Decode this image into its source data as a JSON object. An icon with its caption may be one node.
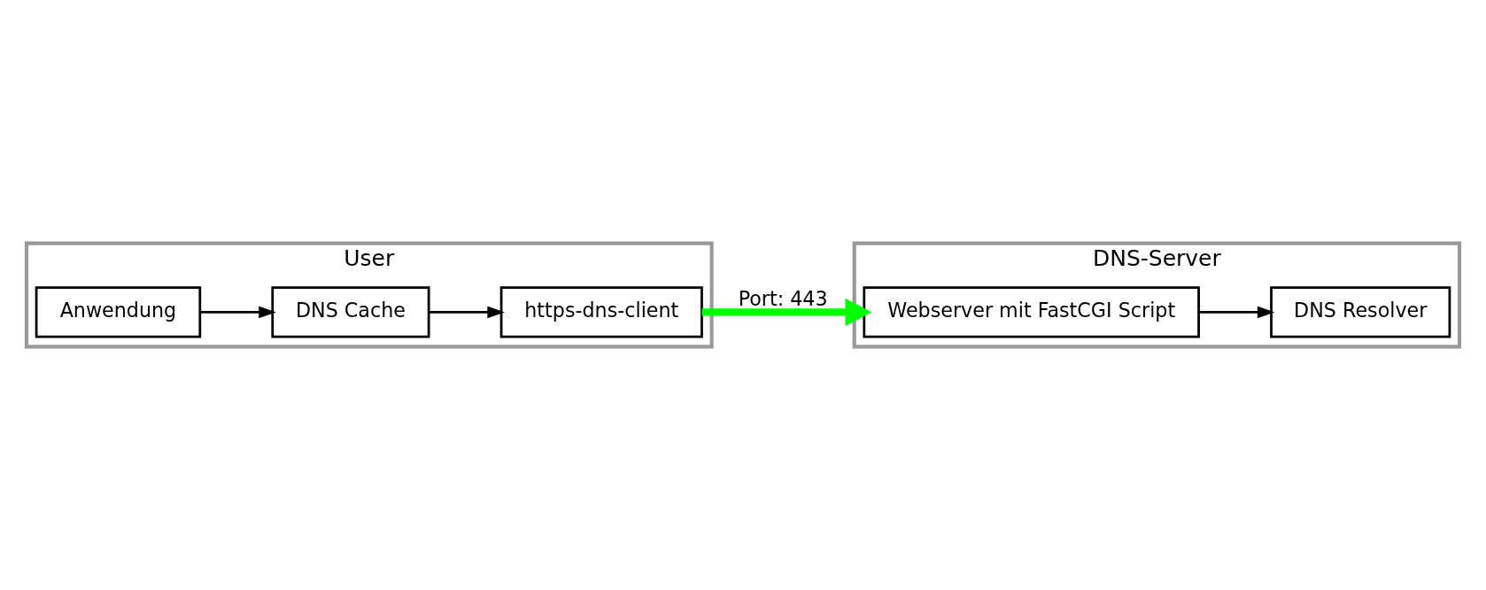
{
  "diagram": {
    "nodes": [
      {
        "text": [
          "User"
        ]
      },
      {
        "text": [
          "https-dns-client"
        ],
        "in": 0
      },
      {
        "text": [
          "Anwendung"
        ],
        "in": 0
      },
      {
        "text": [
          "DNS Cache"
        ],
        "in": 0
      },
      {
        "text": [
          "DNS-Server"
        ]
      },
      {
        "text": [
          "Webserver mit FastCGI Script"
        ],
        "in": 4
      },
      {
        "text": [
          "DNS Resolver"
        ],
        "in": 4
      }
    ],
    "edges": [
      {
        "from": 2,
        "to": 3,
        "arrow": "to"
      },
      {
        "from": 3,
        "to": 1,
        "arrow": "to"
      },
      {
        "from": 1,
        "to": 5,
        "arrow": "to",
        "label": "Port: 443",
        "style": "thick",
        "color": "#00ff00"
      },
      {
        "from": 5,
        "to": 6,
        "arrow": "to"
      }
    ]
  }
}
